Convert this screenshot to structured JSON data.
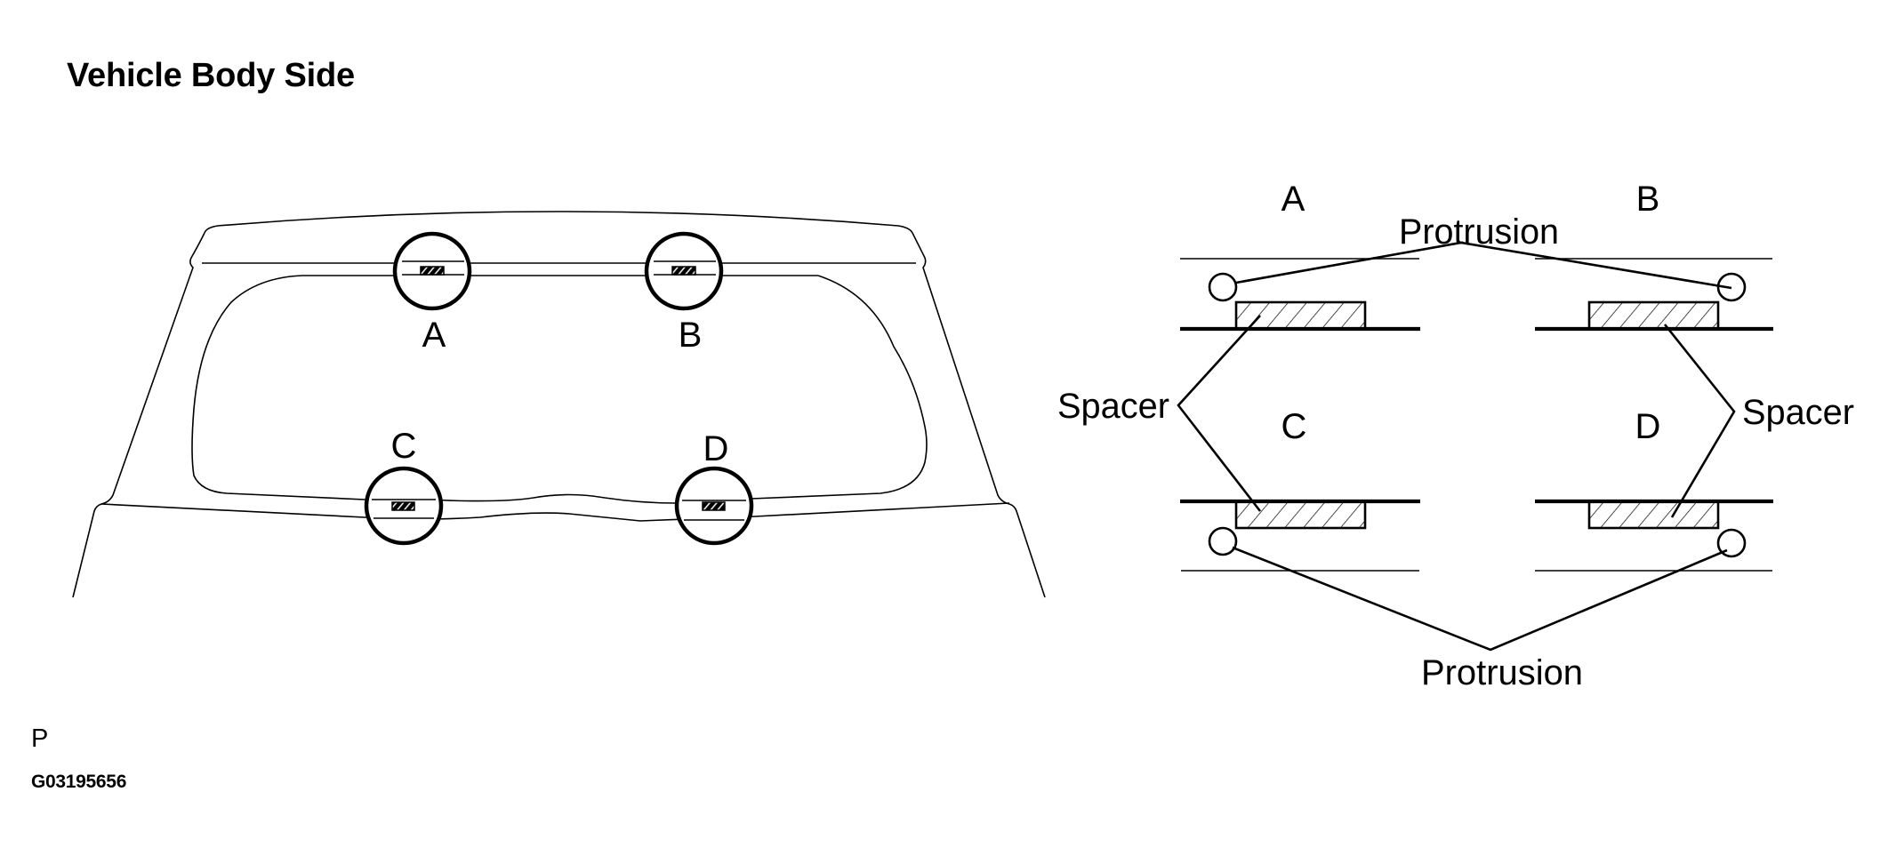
{
  "header": {
    "title": "Vehicle Body Side"
  },
  "vehicle_view": {
    "callouts": [
      {
        "id": "A",
        "label": "A"
      },
      {
        "id": "B",
        "label": "B"
      },
      {
        "id": "C",
        "label": "C"
      },
      {
        "id": "D",
        "label": "D"
      }
    ]
  },
  "detail_view": {
    "section_labels": {
      "a": "A",
      "b": "B",
      "c": "C",
      "d": "D"
    },
    "annotations": {
      "protrusion_top": "Protrusion",
      "protrusion_bottom": "Protrusion",
      "spacer_left": "Spacer",
      "spacer_right": "Spacer"
    }
  },
  "footer": {
    "letter": "P",
    "figure_code": "G03195656"
  }
}
